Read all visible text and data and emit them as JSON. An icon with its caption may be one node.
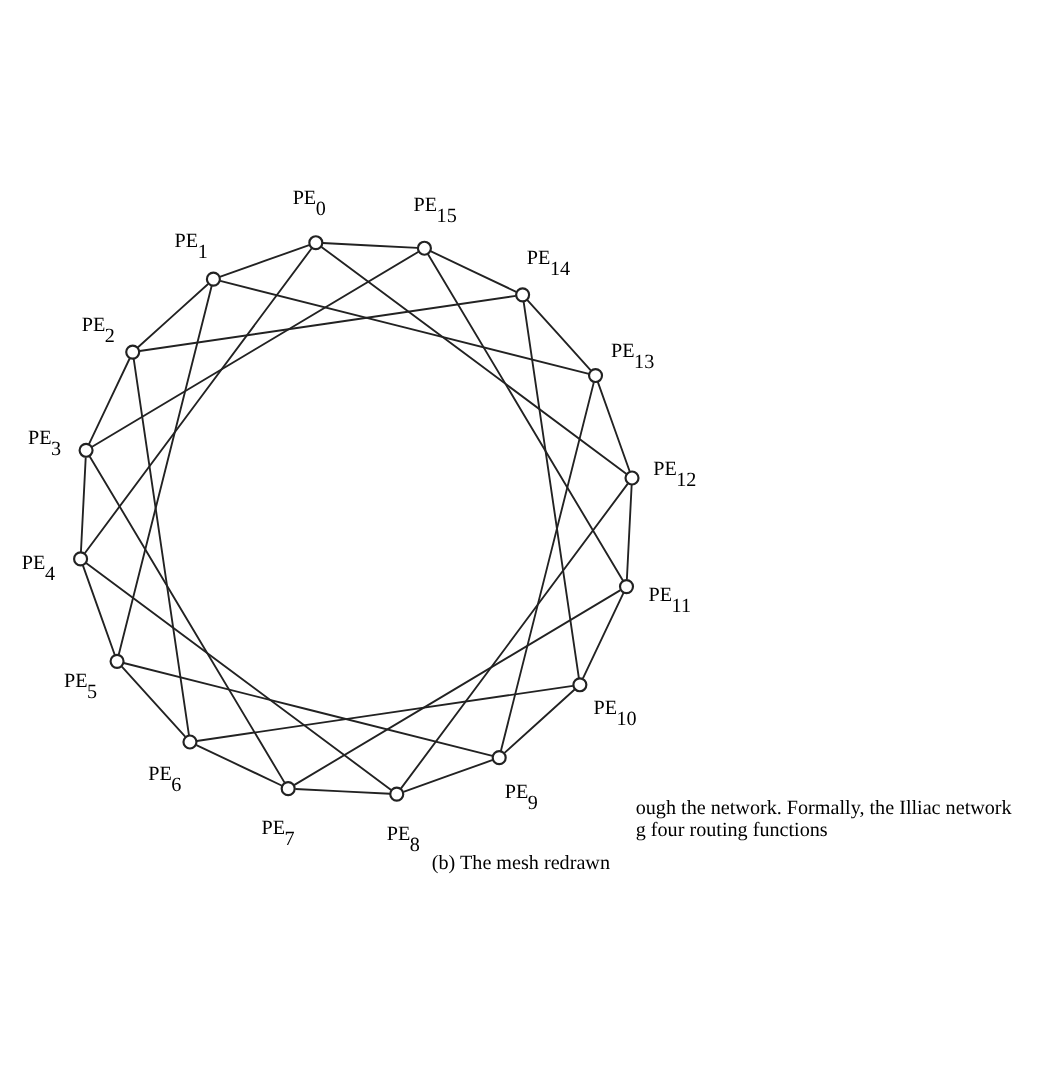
{
  "diagram": {
    "caption": "(b) The mesh redrawn",
    "nodes": [
      {
        "text": [],
        "shape": "circle",
        "beside": [
          "PE$_{0}$"
        ]
      },
      {
        "text": [],
        "shape": "circle",
        "beside": [
          "PE$_{1}$"
        ]
      },
      {
        "text": [],
        "shape": "circle",
        "beside": [
          "PE$_{2}$"
        ]
      },
      {
        "text": [],
        "shape": "circle",
        "beside": [
          "PE$_{3}$"
        ]
      },
      {
        "text": [],
        "shape": "circle",
        "beside": [
          "PE$_{4}$"
        ]
      },
      {
        "text": [],
        "shape": "circle",
        "beside": [
          "PE$_{5}$"
        ]
      },
      {
        "text": [],
        "shape": "circle",
        "beside": [
          "PE$_{6}$"
        ]
      },
      {
        "text": [],
        "shape": "circle",
        "beside": [
          "PE$_{7}$"
        ]
      },
      {
        "text": [],
        "shape": "circle",
        "beside": [
          "PE$_{8}$"
        ]
      },
      {
        "text": [],
        "shape": "circle",
        "beside": [
          "PE$_{9}$"
        ]
      },
      {
        "text": [],
        "shape": "circle",
        "beside": [
          "PE$_{10}$"
        ]
      },
      {
        "text": [],
        "shape": "circle",
        "beside": [
          "PE$_{11}$"
        ]
      },
      {
        "text": [],
        "shape": "circle",
        "beside": [
          "PE$_{12}$"
        ]
      },
      {
        "text": [],
        "shape": "circle",
        "beside": [
          "PE$_{13}$"
        ]
      },
      {
        "text": [],
        "shape": "circle",
        "beside": [
          "PE$_{14}$"
        ]
      },
      {
        "text": [],
        "shape": "circle",
        "beside": [
          "PE$_{15}$"
        ]
      }
    ],
    "edges": [
      {
        "from": 0,
        "to": 1,
        "arrow": "none"
      },
      {
        "from": 1,
        "to": 2,
        "arrow": "none"
      },
      {
        "from": 2,
        "to": 3,
        "arrow": "none"
      },
      {
        "from": 3,
        "to": 4,
        "arrow": "none"
      },
      {
        "from": 4,
        "to": 5,
        "arrow": "none"
      },
      {
        "from": 5,
        "to": 6,
        "arrow": "none"
      },
      {
        "from": 6,
        "to": 7,
        "arrow": "none"
      },
      {
        "from": 7,
        "to": 8,
        "arrow": "none"
      },
      {
        "from": 8,
        "to": 9,
        "arrow": "none"
      },
      {
        "from": 9,
        "to": 10,
        "arrow": "none"
      },
      {
        "from": 10,
        "to": 11,
        "arrow": "none"
      },
      {
        "from": 11,
        "to": 12,
        "arrow": "none"
      },
      {
        "from": 12,
        "to": 13,
        "arrow": "none"
      },
      {
        "from": 13,
        "to": 14,
        "arrow": "none"
      },
      {
        "from": 14,
        "to": 15,
        "arrow": "none"
      },
      {
        "from": 15,
        "to": 0,
        "arrow": "none"
      },
      {
        "from": 0,
        "to": 4,
        "arrow": "none"
      },
      {
        "from": 1,
        "to": 5,
        "arrow": "none"
      },
      {
        "from": 2,
        "to": 6,
        "arrow": "none"
      },
      {
        "from": 3,
        "to": 7,
        "arrow": "none"
      },
      {
        "from": 4,
        "to": 8,
        "arrow": "none"
      },
      {
        "from": 5,
        "to": 9,
        "arrow": "none"
      },
      {
        "from": 6,
        "to": 10,
        "arrow": "none"
      },
      {
        "from": 7,
        "to": 11,
        "arrow": "none"
      },
      {
        "from": 8,
        "to": 12,
        "arrow": "none"
      },
      {
        "from": 9,
        "to": 13,
        "arrow": "none"
      },
      {
        "from": 10,
        "to": 14,
        "arrow": "none"
      },
      {
        "from": 11,
        "to": 15,
        "arrow": "none"
      },
      {
        "from": 12,
        "to": 0,
        "arrow": "none"
      },
      {
        "from": 13,
        "to": 1,
        "arrow": "none"
      },
      {
        "from": 14,
        "to": 2,
        "arrow": "none"
      },
      {
        "from": 15,
        "to": 3,
        "arrow": "none"
      }
    ],
    "labels": [
      "ough the network. Formally, the Illiac network",
      "g four routing functions"
    ]
  }
}
